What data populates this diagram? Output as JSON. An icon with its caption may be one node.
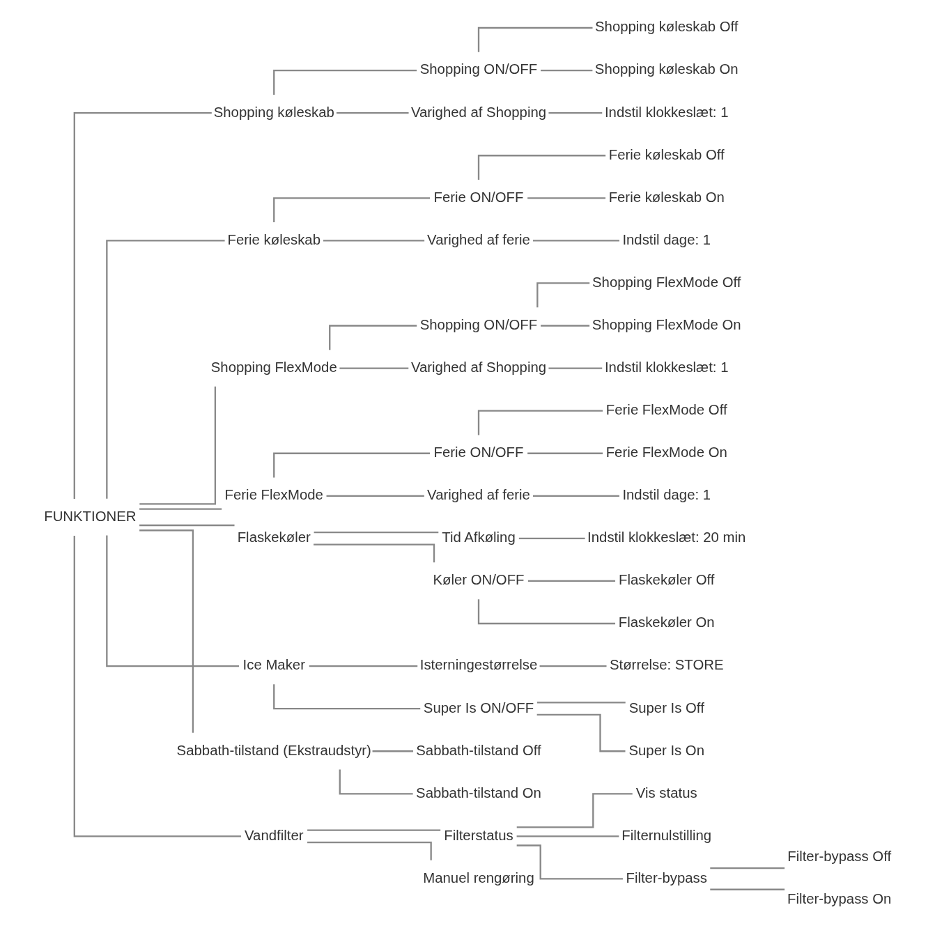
{
  "diagram": {
    "nodes": [
      {
        "text": [
          "FUNKTIONER"
        ]
      },
      {
        "text": [
          "Shopping køleskab"
        ]
      },
      {
        "text": [
          "Shopping ON/OFF"
        ]
      },
      {
        "text": [
          "Shopping køleskab Off"
        ]
      },
      {
        "text": [
          "Shopping køleskab On"
        ]
      },
      {
        "text": [
          "Varighed af Shopping"
        ]
      },
      {
        "text": [
          "Indstil klokkeslæt: 1"
        ]
      },
      {
        "text": [
          "Ferie køleskab"
        ]
      },
      {
        "text": [
          "Ferie ON/OFF"
        ]
      },
      {
        "text": [
          "Ferie køleskab Off"
        ]
      },
      {
        "text": [
          "Ferie køleskab On"
        ]
      },
      {
        "text": [
          "Varighed af ferie"
        ]
      },
      {
        "text": [
          "Indstil dage: 1"
        ]
      },
      {
        "text": [
          "Shopping FlexMode"
        ]
      },
      {
        "text": [
          "Shopping ON/OFF"
        ]
      },
      {
        "text": [
          "Shopping FlexMode Off"
        ]
      },
      {
        "text": [
          "Shopping FlexMode On"
        ]
      },
      {
        "text": [
          "Varighed af Shopping"
        ]
      },
      {
        "text": [
          "Indstil klokkeslæt: 1"
        ]
      },
      {
        "text": [
          "Ferie FlexMode"
        ]
      },
      {
        "text": [
          "Ferie ON/OFF"
        ]
      },
      {
        "text": [
          "Ferie FlexMode Off"
        ]
      },
      {
        "text": [
          "Ferie FlexMode On"
        ]
      },
      {
        "text": [
          "Varighed af ferie"
        ]
      },
      {
        "text": [
          "Indstil dage: 1"
        ]
      },
      {
        "text": [
          "Flaskekøler"
        ]
      },
      {
        "text": [
          "Tid Afkøling"
        ]
      },
      {
        "text": [
          "Indstil klokkeslæt: 20 min"
        ]
      },
      {
        "text": [
          "Køler ON/OFF"
        ]
      },
      {
        "text": [
          "Flaskekøler Off"
        ]
      },
      {
        "text": [
          "Flaskekøler On"
        ]
      },
      {
        "text": [
          "Ice Maker"
        ]
      },
      {
        "text": [
          "Isterningestørrelse"
        ]
      },
      {
        "text": [
          "Størrelse: STORE"
        ]
      },
      {
        "text": [
          "Super Is ON/OFF"
        ]
      },
      {
        "text": [
          "Super Is Off"
        ]
      },
      {
        "text": [
          "Super Is On"
        ]
      },
      {
        "text": [
          "Sabbath-tilstand (Ekstraudstyr)"
        ]
      },
      {
        "text": [
          "Sabbath-tilstand Off"
        ]
      },
      {
        "text": [
          "Sabbath-tilstand On"
        ]
      },
      {
        "text": [
          "Vandfilter"
        ]
      },
      {
        "text": [
          "Filterstatus"
        ]
      },
      {
        "text": [
          "Vis status"
        ]
      },
      {
        "text": [
          "Filternulstilling"
        ]
      },
      {
        "text": [
          "Filter-bypass"
        ]
      },
      {
        "text": [
          "Filter-bypass Off"
        ]
      },
      {
        "text": [
          "Filter-bypass On"
        ]
      },
      {
        "text": [
          "Manuel rengøring"
        ]
      }
    ],
    "edges": [
      {
        "from": 0,
        "to": 1,
        "arrow": "none"
      },
      {
        "from": 1,
        "to": 2,
        "arrow": "none"
      },
      {
        "from": 2,
        "to": 3,
        "arrow": "none"
      },
      {
        "from": 2,
        "to": 4,
        "arrow": "none"
      },
      {
        "from": 1,
        "to": 5,
        "arrow": "none"
      },
      {
        "from": 5,
        "to": 6,
        "arrow": "none"
      },
      {
        "from": 0,
        "to": 7,
        "arrow": "none"
      },
      {
        "from": 7,
        "to": 8,
        "arrow": "none"
      },
      {
        "from": 8,
        "to": 9,
        "arrow": "none"
      },
      {
        "from": 8,
        "to": 10,
        "arrow": "none"
      },
      {
        "from": 7,
        "to": 11,
        "arrow": "none"
      },
      {
        "from": 11,
        "to": 12,
        "arrow": "none"
      },
      {
        "from": 0,
        "to": 13,
        "arrow": "none"
      },
      {
        "from": 13,
        "to": 14,
        "arrow": "none"
      },
      {
        "from": 14,
        "to": 15,
        "arrow": "none"
      },
      {
        "from": 14,
        "to": 16,
        "arrow": "none"
      },
      {
        "from": 13,
        "to": 17,
        "arrow": "none"
      },
      {
        "from": 17,
        "to": 18,
        "arrow": "none"
      },
      {
        "from": 0,
        "to": 19,
        "arrow": "none"
      },
      {
        "from": 19,
        "to": 20,
        "arrow": "none"
      },
      {
        "from": 20,
        "to": 21,
        "arrow": "none"
      },
      {
        "from": 20,
        "to": 22,
        "arrow": "none"
      },
      {
        "from": 19,
        "to": 23,
        "arrow": "none"
      },
      {
        "from": 23,
        "to": 24,
        "arrow": "none"
      },
      {
        "from": 0,
        "to": 25,
        "arrow": "none"
      },
      {
        "from": 25,
        "to": 26,
        "arrow": "none"
      },
      {
        "from": 26,
        "to": 27,
        "arrow": "none"
      },
      {
        "from": 25,
        "to": 28,
        "arrow": "none"
      },
      {
        "from": 28,
        "to": 29,
        "arrow": "none"
      },
      {
        "from": 28,
        "to": 30,
        "arrow": "none"
      },
      {
        "from": 0,
        "to": 31,
        "arrow": "none"
      },
      {
        "from": 31,
        "to": 32,
        "arrow": "none"
      },
      {
        "from": 32,
        "to": 33,
        "arrow": "none"
      },
      {
        "from": 31,
        "to": 34,
        "arrow": "none"
      },
      {
        "from": 34,
        "to": 35,
        "arrow": "none"
      },
      {
        "from": 34,
        "to": 36,
        "arrow": "none"
      },
      {
        "from": 0,
        "to": 37,
        "arrow": "none"
      },
      {
        "from": 37,
        "to": 38,
        "arrow": "none"
      },
      {
        "from": 37,
        "to": 39,
        "arrow": "none"
      },
      {
        "from": 0,
        "to": 40,
        "arrow": "none"
      },
      {
        "from": 40,
        "to": 41,
        "arrow": "none"
      },
      {
        "from": 41,
        "to": 42,
        "arrow": "none"
      },
      {
        "from": 41,
        "to": 43,
        "arrow": "none"
      },
      {
        "from": 41,
        "to": 44,
        "arrow": "none"
      },
      {
        "from": 44,
        "to": 45,
        "arrow": "none"
      },
      {
        "from": 44,
        "to": 46,
        "arrow": "none"
      },
      {
        "from": 40,
        "to": 47,
        "arrow": "none"
      }
    ]
  }
}
